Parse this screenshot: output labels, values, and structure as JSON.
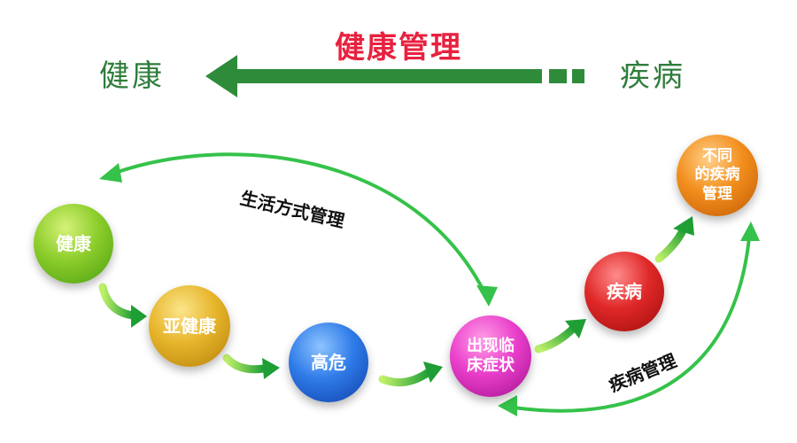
{
  "title": "健康管理",
  "direction": {
    "left_label": "健康",
    "right_label": "疾病"
  },
  "nodes": {
    "health": "健康",
    "subhealth": "亚健康",
    "high_risk": "高危",
    "symptom_line1": "出现临",
    "symptom_line2": "床症状",
    "disease": "疾病",
    "diff_disease_line1": "不同",
    "diff_disease_line2": "的疾病",
    "diff_disease_line3": "管理"
  },
  "curve_labels": {
    "lifestyle": "生活方式管理",
    "disease_mgmt": "疾病管理"
  },
  "colors": {
    "title": "#e8213f",
    "direction_text": "#2f7d3c",
    "big_arrow": "#2e8b3a",
    "curve_arrow": "#35c24a",
    "health": "#8ccd2b",
    "subhealth": "#e7b52b",
    "high_risk": "#2f7be8",
    "symptom": "#ea3fcb",
    "disease": "#e02828",
    "diff_disease": "#f28e1c"
  }
}
